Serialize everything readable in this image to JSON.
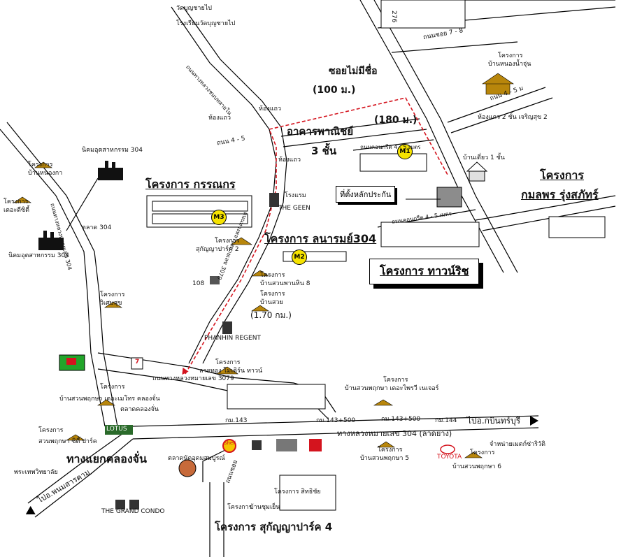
{
  "projects": {
    "kanok": "โครงการ กรรณกร",
    "lanarom": "โครงการ ลนารมย์304",
    "kamolpot_line1": "โครงการ",
    "kamolpot_line2": "กมลพร รุ่งสภัทร์",
    "town_rich": "โครงการ ทาวน์ริช",
    "sukanya4": "โครงการ สุกัญญาปาร์ค 4",
    "nong_nam_chun": "โครงการ บ้านหนองน้ำจุ่น",
    "nong_nam_chun_1": "โครงการ",
    "nong_nam_chun_2": "บ้านหนองน้ำจุ่น",
    "sukanya2_1": "โครงการ",
    "sukanya2_2": "สุกัญญาปาร์ค 2",
    "suan_pan_hin_1": "โครงการ",
    "suan_pan_hin_2": "บ้านสวนพานหิน 8",
    "ban_suay_1": "โครงการ",
    "ban_suay_2": "บ้านสวย",
    "ban_nong_1": "โครงการ",
    "ban_nong_2": "บ้านหนองกา",
    "dcity_1": "โครงการ",
    "dcity_2": "เดอะดีซิตี้",
    "wiset_1": "โครงการ",
    "wiset_2": "วิเศษสุข",
    "modern_town_1": "โครงการ",
    "modern_town_2": "ลายทอง โมเดิร์น ทาวน์",
    "metro_1": "โครงการ",
    "metro_2": "บ้านสวนพฤกษา เดอะเมโทร คลองจั่น",
    "natural_1": "โครงการ",
    "natural_2": "บ้านสวนพฤกษา เดอะไพรวี เนเจอร์",
    "suan_city_1": "โครงการ",
    "suan_city_2": "สวนพฤกษา ซิตี้ ปาร์ค",
    "suan5_1": "โครงการ",
    "suan5_2": "บ้านสวนพฤกษา 5",
    "suan6_1": "โครงการ",
    "suan6_2": "บ้านสวนพฤกษา 6",
    "chumyen_1": "โครงการ",
    "chumyen_2": "บ้านชุมเย็น",
    "sittichok": "โครงการ สิทธิชัย"
  },
  "labels": {
    "soi_no_name": "ซอยไม่มีชื่อ",
    "dist_100": "(100 ม.)",
    "dist_180": "(180 ม.)",
    "dist_170": "(1.70 กม.)",
    "commercial_line1": "อาคารพาณิชย์",
    "commercial_line2": "3 ชั้น",
    "site": "ที่ตั้งหลักประกัน",
    "town_house": "ห้องแถว 2 ชั้น เจริญสุข 2",
    "single_house": "บ้านเดี่ยว 1 ชั้น",
    "wat_1": "วัดบุญชายไป",
    "wat_2": "โรงเรียนวัดบุญชายไป",
    "industrial_top": "นิคมอุตสาหกรรม 304",
    "industrial_left": "นิคมอุตสาหกรรม 304",
    "market_304": "ตลาด 304",
    "hotel": "โรงแรม",
    "the_geen": "THE GEEN",
    "phanhin": "PHANHIN REGENT",
    "num_108": "108",
    "khlong_junction": "ทางแยกคลองจั่น",
    "to_prachinburi": "ไปอ.กบินทร์บุรี",
    "to_phanom": "ไปอ.พนมสารคาม",
    "highway_304": "ทางหลวงหมายเลข 304 (ลาดยาง)",
    "road_3079": "ถนนทางหลวงหมายเลข 3079",
    "km143": "กม.143",
    "km143_500a": "กม.143+500",
    "km143_500b": "กม.143+500",
    "km144": "กม.144",
    "market_khlong": "ตลาดคลองจั่น",
    "market_samboon": "ตลาดนัดอุดมสมบูรณ์",
    "phanom_school": "พระเทพวิทยาลัย",
    "grand_condo": "THE GRAND CONDO",
    "pump": "จำหน่ายเมตก์ซ่าริวัติ",
    "toyota": "TOYOTA",
    "tesco": "LOTUS",
    "shell": "Shell",
    "seven": "7",
    "road_276": "276",
    "road_top_right": "ถนนซอย 7 - 8",
    "road_left_num": "1",
    "road_soi_a": "ถนน 4 - 5",
    "road_soi_b": "ถนนคอนกรีต 4 - 5 เมตร",
    "road_soi_c": "ถนนคอนกรีต 4 - 5 เมตร",
    "road_soi_d": "ถนน 4 - 5 ม",
    "soi_small": "ซอย",
    "room": "ห้องแถว",
    "room_b": "ห้องแถว",
    "room_c": "ห้องแถว",
    "road_vertical_left": "ถนนทางหลวงหมายเลข 304",
    "road_vertical_center": "ถนนทางหลวงหมายเลข 3079",
    "road_vertical_top": "ถนนทางหลวงชนบทสายโน",
    "road_bottom": "ถนนซอย"
  },
  "markers": {
    "m1": "M1",
    "m2": "M2",
    "m3": "M3"
  },
  "colors": {
    "route": "#d4141e",
    "marker": "#f6e300",
    "site": "#8c8c8c",
    "roof": "#b8860b"
  }
}
